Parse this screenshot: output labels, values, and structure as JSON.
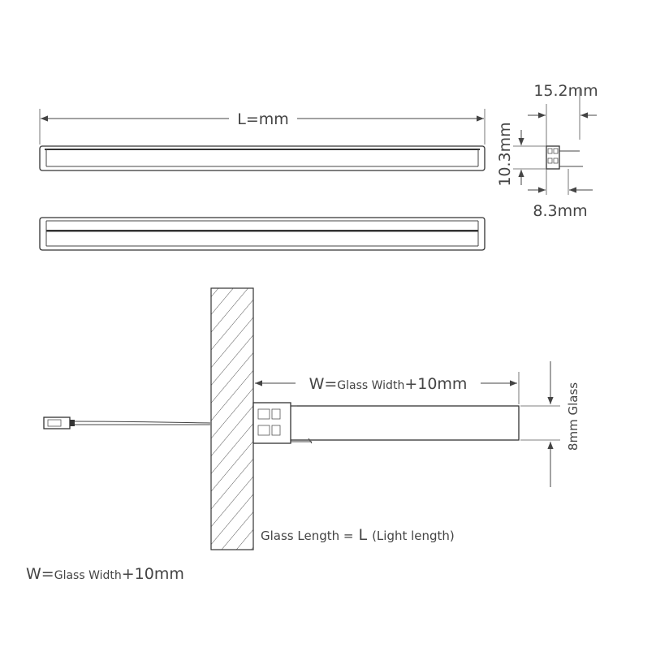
{
  "dimensions": {
    "length": "L=mm",
    "profile_width": "15.2mm",
    "profile_height": "10.3mm",
    "profile_depth": "8.3mm",
    "glass_thickness": "8mm Glass"
  },
  "install": {
    "w_prefix": "W=",
    "w_mid": "Glass Width",
    "w_suffix": "+10mm",
    "glass_length": "Glass Length =",
    "glass_length_l": "L",
    "glass_length_paren": "(Light length)"
  },
  "footer": {
    "w_prefix": "W=",
    "w_mid": "Glass Width",
    "w_suffix": "+10mm"
  }
}
